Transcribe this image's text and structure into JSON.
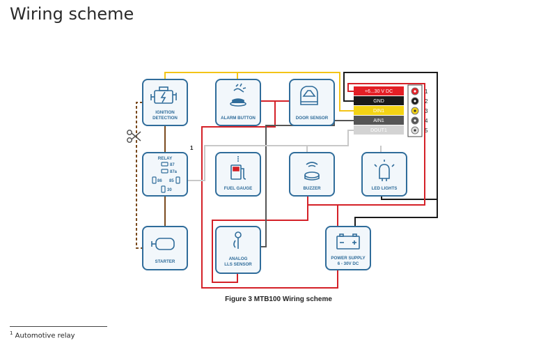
{
  "page": {
    "title": "Wiring scheme",
    "caption": "Figure 3 MTB100 Wiring scheme",
    "footnote_mark": "1",
    "footnote_text": "Automotive relay"
  },
  "colors": {
    "box_border": "#2f6c9a",
    "box_fill": "#f2f7fb",
    "icon": "#2f6c9a",
    "wire_power": "#d42027",
    "wire_gnd": "#1a1a1a",
    "wire_din1": "#f3c417",
    "wire_ain1": "#555555",
    "wire_dout1": "#c8c8c8",
    "wire_relay": "#7a4a1e"
  },
  "components": {
    "ignition": {
      "line1": "IGNITION",
      "line2": "DETECTION",
      "icon": "engine-icon"
    },
    "alarm": {
      "line1": "ALARM BUTTON",
      "icon": "alarm-button-icon"
    },
    "door": {
      "line1": "DOOR SENSOR",
      "icon": "car-door-icon"
    },
    "relay": {
      "title": "RELAY",
      "p87": "87",
      "p87a": "87a",
      "p86": "86",
      "p85": "85",
      "p30": "30",
      "mark": "1"
    },
    "fuel": {
      "line1": "FUEL GAUGE",
      "icon": "fuel-pump-icon"
    },
    "buzzer": {
      "line1": "BUZZER",
      "icon": "buzzer-icon"
    },
    "led": {
      "line1": "LED LIGHTS",
      "icon": "lightbulb-icon"
    },
    "starter": {
      "line1": "STARTER",
      "icon": "starter-icon"
    },
    "analog": {
      "line1": "ANALOG",
      "line2": "LLS SENSOR",
      "icon": "probe-icon"
    },
    "power": {
      "line1": "POWER SUPPLY",
      "line2": "6 - 30V DC",
      "icon": "battery-icon"
    }
  },
  "connector": {
    "pins": [
      {
        "label": "+6...30 V DC",
        "num": "1"
      },
      {
        "label": "GND",
        "num": "2"
      },
      {
        "label": "DIN1",
        "num": "3"
      },
      {
        "label": "AIN1",
        "num": "4"
      },
      {
        "label": "DOUT1",
        "num": "5"
      }
    ]
  }
}
